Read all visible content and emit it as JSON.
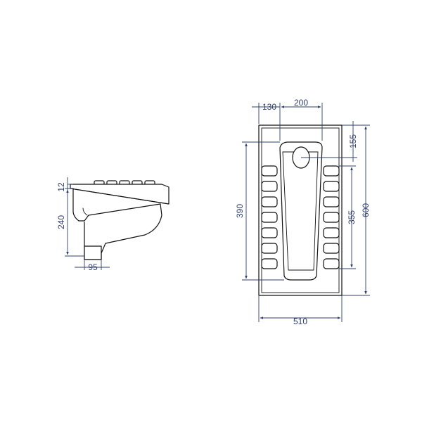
{
  "side_view": {
    "dimensions": {
      "top_thickness": "12",
      "height": "240",
      "outlet_width": "95"
    }
  },
  "top_view": {
    "dimensions": {
      "rim_offset": "130",
      "bowl_width": "200",
      "hole_offset": "155",
      "inner_length": "390",
      "treads_length": "355",
      "total_length": "600",
      "total_width": "510"
    }
  },
  "colors": {
    "outline": "#111111",
    "dimension": "#2f3f6f"
  }
}
